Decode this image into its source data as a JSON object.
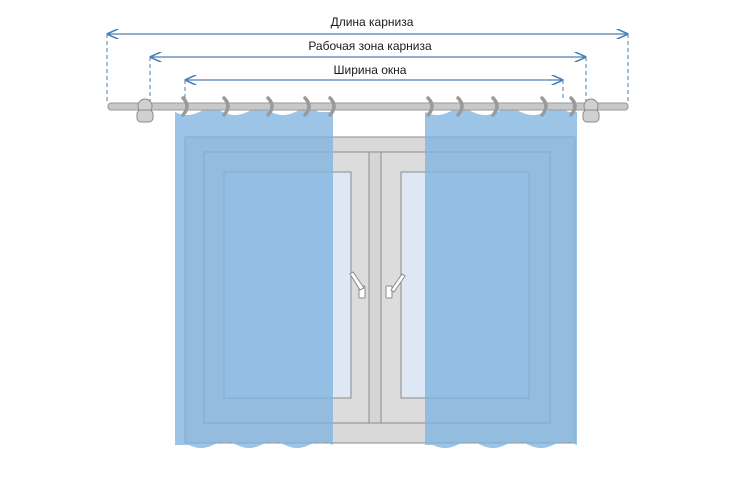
{
  "labels": {
    "rod_length": "Длина карниза",
    "working_zone": "Рабочая зона карниза",
    "window_width": "Ширина окна"
  },
  "colors": {
    "dimension_line": "#4a7fb5",
    "rod": "#c8c8c8",
    "rod_stroke": "#9a9a9a",
    "curtain": "#7fb4e0",
    "window_frame": "#d9d9d9",
    "window_stroke": "#8c8c8c",
    "glass": "#dde8f4"
  },
  "icons": {
    "rings": "curtain-ring-icon",
    "bracket": "rod-bracket-icon",
    "handle": "window-handle-icon"
  }
}
